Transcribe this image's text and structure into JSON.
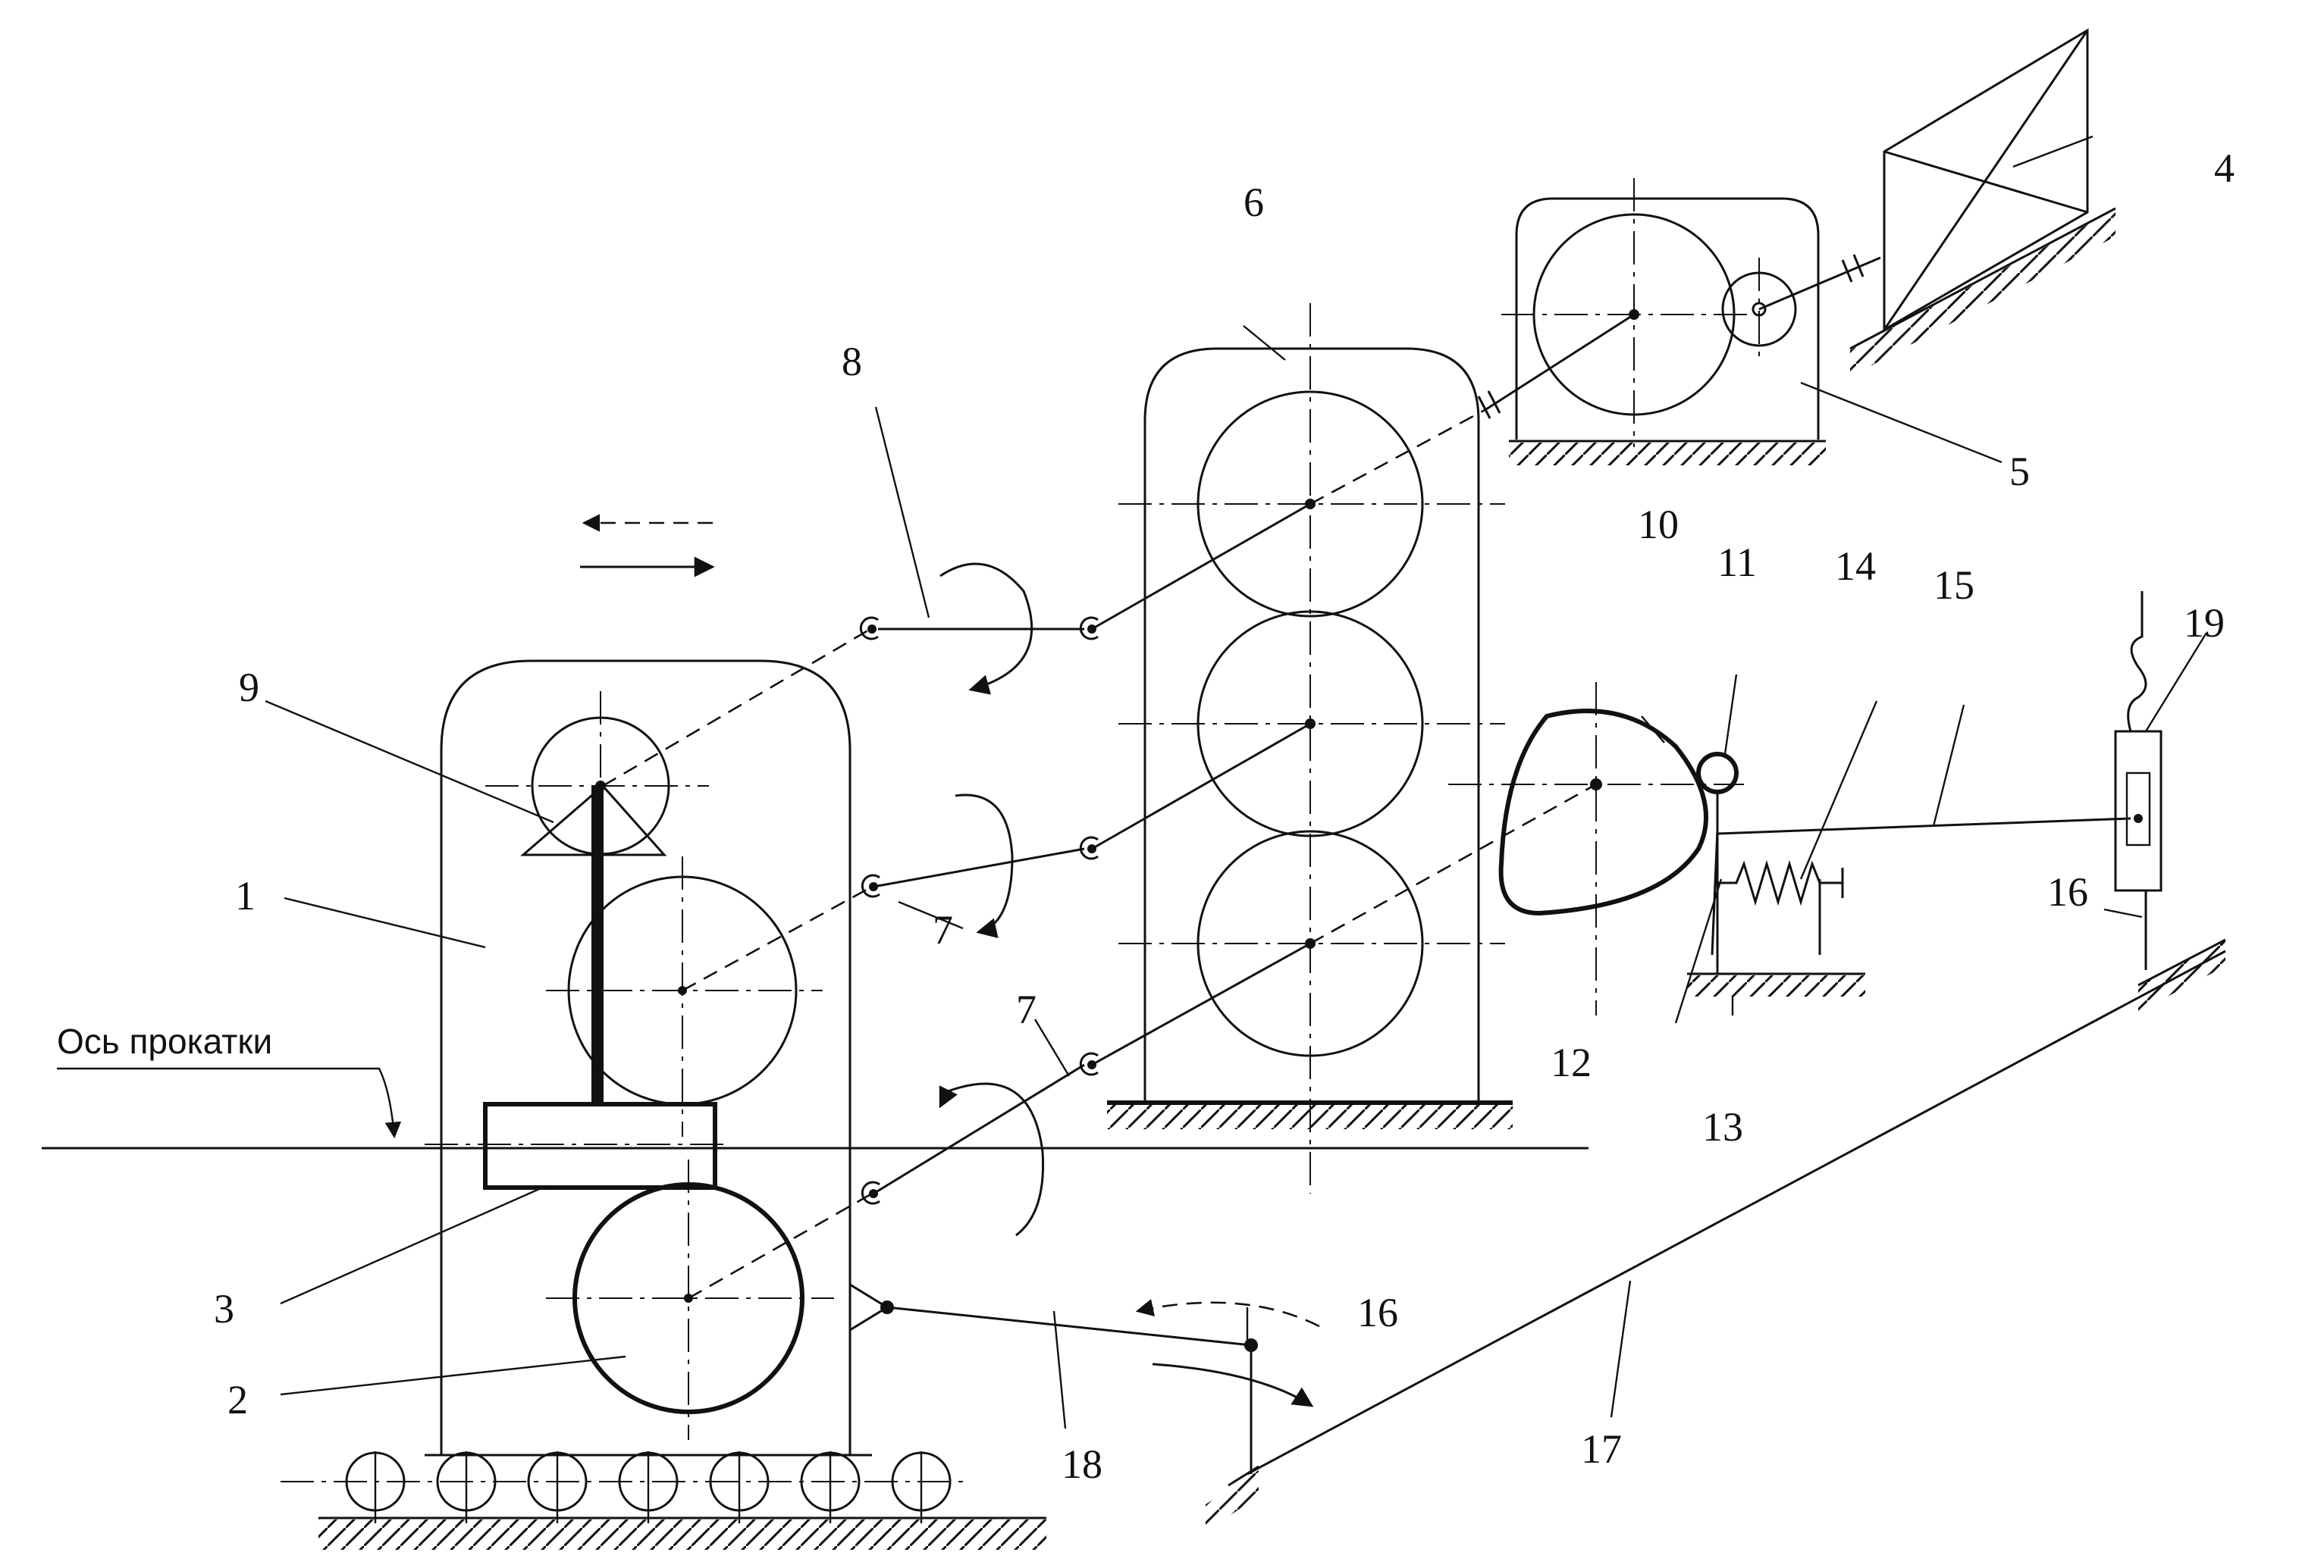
{
  "figure": {
    "axis_caption": "Ось прокатки",
    "callouts": [
      "1",
      "2",
      "3",
      "4",
      "5",
      "6",
      "7",
      "7",
      "8",
      "9",
      "10",
      "11",
      "12",
      "13",
      "14",
      "15",
      "16",
      "16",
      "17",
      "18",
      "19"
    ]
  }
}
